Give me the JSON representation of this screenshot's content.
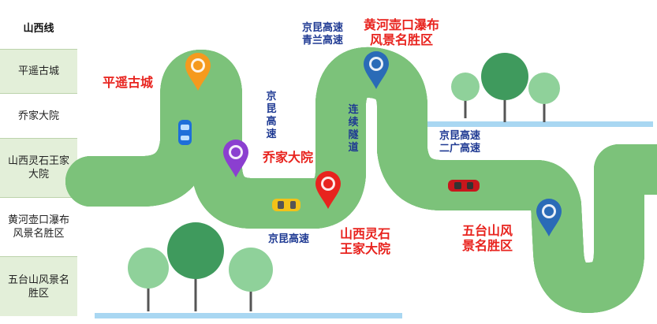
{
  "sidebar": {
    "items": [
      {
        "label": "山西线"
      },
      {
        "label": "平遥古城"
      },
      {
        "label": "乔家大院"
      },
      {
        "label": "山西灵石王家大院"
      },
      {
        "label": "黄河壶口瀑布风景名胜区"
      },
      {
        "label": "五台山风景名胜区"
      }
    ]
  },
  "map": {
    "attractions": {
      "pingyao": "平遥古城",
      "qiaojia": "乔家大院",
      "wangjia": "山西灵石王家大院",
      "hukou": "黄河壶口瀑布风景名胜区",
      "wutai": "五台山风景名胜区"
    },
    "roads": {
      "jingkun_vertical": "京昆高速",
      "jingkun_bottom": "京昆高速",
      "jingkun_qinglan": "京昆高速青兰高速",
      "tunnel": "连续隧道",
      "jingkun_erguang": "京昆高速二广高速"
    }
  },
  "colors": {
    "road": "#8f8f96",
    "road_edge": "#6d6d74",
    "grass": "#7cc27a",
    "pin_orange": "#f59a1e",
    "pin_purple": "#8b3fd0",
    "pin_red": "#e8231e",
    "pin_blue": "#2a6bb7",
    "attraction_text": "#e8231e",
    "road_text": "#1f3a93"
  }
}
